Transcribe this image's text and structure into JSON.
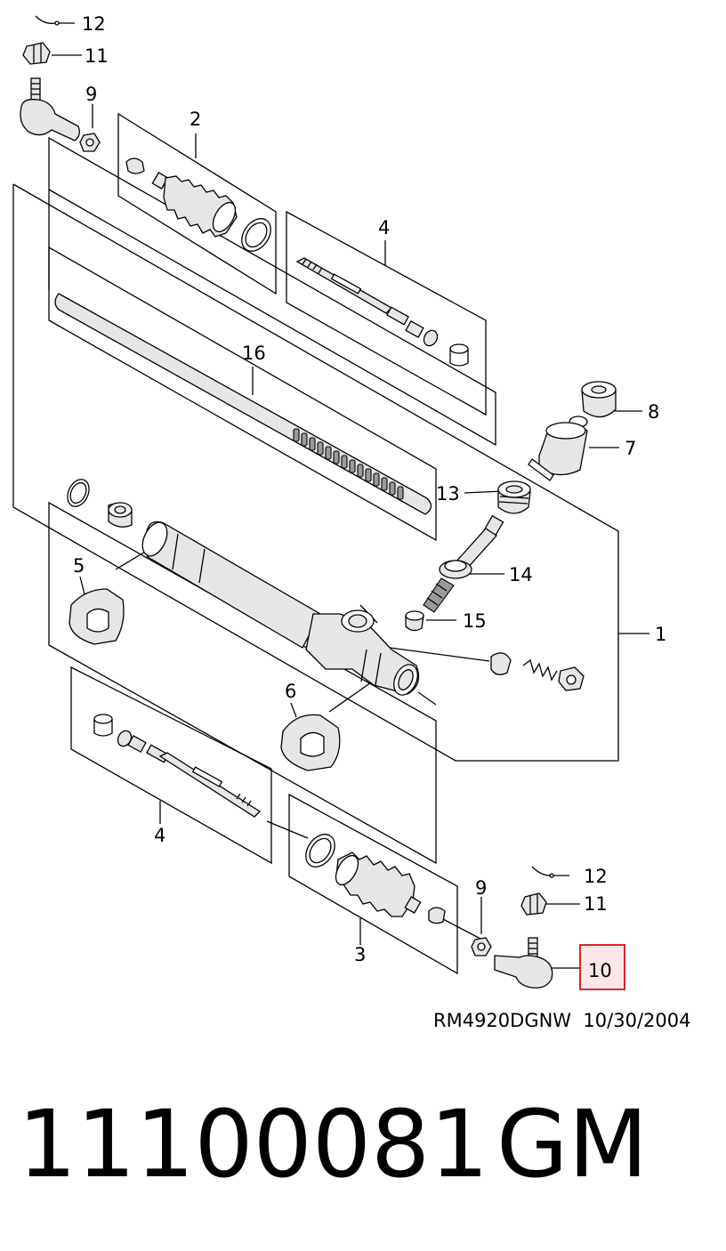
{
  "callouts": {
    "c12_top": "12",
    "c11_top": "11",
    "c9_top": "9",
    "c2": "2",
    "c4_top": "4",
    "c16": "16",
    "c8": "8",
    "c7": "7",
    "c13": "13",
    "c14": "14",
    "c15": "15",
    "c1": "1",
    "c5": "5",
    "c6": "6",
    "c4_bottom": "4",
    "c3": "3",
    "c9_bottom": "9",
    "c12_bottom": "12",
    "c11_bottom": "11",
    "c10": "10"
  },
  "highlight": {
    "label": "10",
    "border_color": "#d8262c",
    "fill_color": "#fde6ea"
  },
  "reference": "RM4920DGNW  10/30/2004",
  "part_number": "11100081",
  "brand": "GM"
}
